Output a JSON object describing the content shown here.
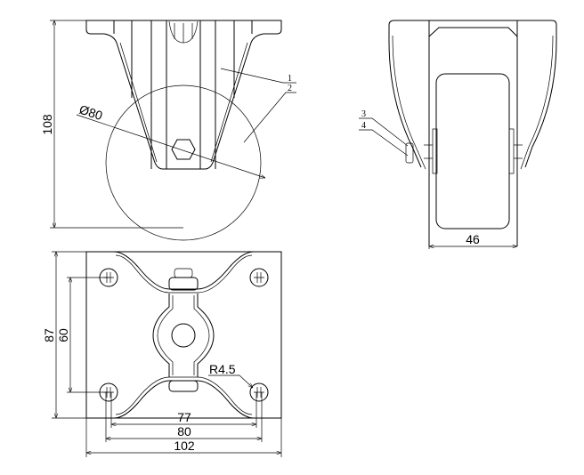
{
  "front_view": {
    "height_dim": "108",
    "diameter_dim": "Ø80",
    "part_labels": [
      "1",
      "2"
    ]
  },
  "side_view": {
    "width_dim": "46",
    "part_labels": [
      "3",
      "4"
    ]
  },
  "top_view": {
    "dim_87": "87",
    "dim_60": "60",
    "dim_77": "77",
    "dim_80": "80",
    "dim_102": "102",
    "radius_dim": "R4.5"
  }
}
